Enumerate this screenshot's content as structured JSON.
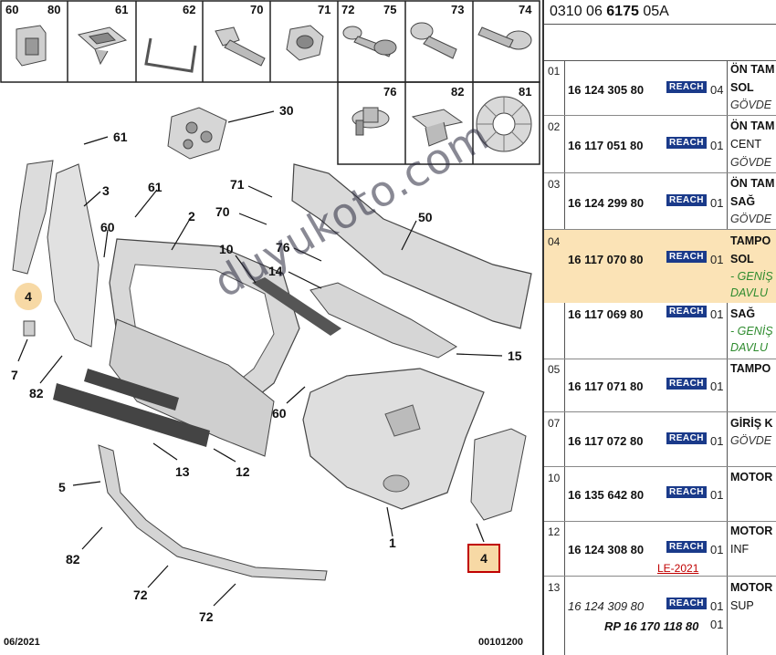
{
  "header_cells": [
    {
      "left": "60",
      "right": "80"
    },
    {
      "left": "",
      "right": "61"
    },
    {
      "left": "",
      "right": "62"
    },
    {
      "left": "",
      "right": "70"
    },
    {
      "left": "",
      "right": "71"
    },
    {
      "left": "72",
      "right": "75"
    },
    {
      "left": "",
      "right": "73"
    },
    {
      "left": "",
      "right": "74"
    }
  ],
  "header_row2": [
    "76",
    "82",
    "81"
  ],
  "callouts": [
    "61",
    "3",
    "61",
    "2",
    "60",
    "71",
    "70",
    "50",
    "10",
    "76",
    "14",
    "30",
    "4",
    "7",
    "82",
    "60",
    "15",
    "13",
    "12",
    "5",
    "1",
    "82",
    "72",
    "72",
    "4"
  ],
  "footer": {
    "date": "06/2021",
    "code": "00101200"
  },
  "watermark": "duyukoto.com",
  "catalog": {
    "title_prefix": "0310 06 ",
    "title_bold": "6175",
    "title_suffix": " 05A",
    "reach_label": "REACH",
    "rows": [
      {
        "ref": "01",
        "pn": "16 124 305 80",
        "qty": "04",
        "d1": "ÖN TAM",
        "d2": "SOL",
        "d3": "GÖVDE"
      },
      {
        "ref": "02",
        "pn": "16 117 051 80",
        "qty": "01",
        "d1": "ÖN TAM",
        "d2": "CENT",
        "d3": "GÖVDE"
      },
      {
        "ref": "03",
        "pn": "16 124 299 80",
        "qty": "01",
        "d1": "ÖN TAM",
        "d2": "SAĞ",
        "d3": "GÖVDE"
      },
      {
        "ref": "04",
        "pn": "16 117 070 80",
        "qty": "01",
        "d1": "TAMPO",
        "d2": "SOL",
        "d3": "- GENİŞ",
        "d4": "DAVLU"
      },
      {
        "ref": "",
        "pn": "16 117 069 80",
        "qty": "01",
        "d2": "SAĞ",
        "d3": "- GENİŞ",
        "d4": "DAVLU"
      },
      {
        "ref": "05",
        "pn": "16 117 071 80",
        "qty": "01",
        "d1": "TAMPO"
      },
      {
        "ref": "07",
        "pn": "16 117 072 80",
        "qty": "01",
        "d1": "GİRİŞ K",
        "d2": "GÖVDE"
      },
      {
        "ref": "10",
        "pn": "16 135 642 80",
        "qty": "01",
        "d1": "MOTOR"
      },
      {
        "ref": "12",
        "pn": "16 124 308 80",
        "qty": "01",
        "d1": "MOTOR",
        "d2": "INF",
        "le": "LE-2021"
      },
      {
        "ref": "13",
        "pn": "16 124 309 80",
        "qty": "01",
        "d1": "MOTOR",
        "d2": "SUP",
        "rp": "RP 16 170 118 80",
        "rpqty": "01"
      }
    ]
  }
}
